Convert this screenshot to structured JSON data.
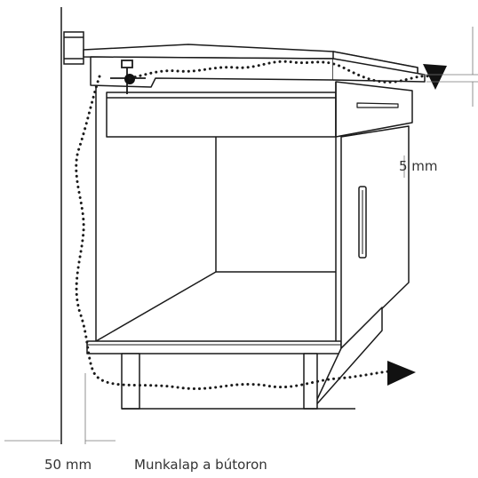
{
  "labels": {
    "gap_top": "5 mm",
    "gap_side": "50 mm",
    "caption": "Munkalap a bútoron"
  },
  "colors": {
    "line": "#1a1a1a",
    "text": "#333333",
    "dim_line": "#777777"
  },
  "icons": {
    "airflow_arrow": "arrow-head-icon",
    "gas_valve": "valve-icon"
  }
}
